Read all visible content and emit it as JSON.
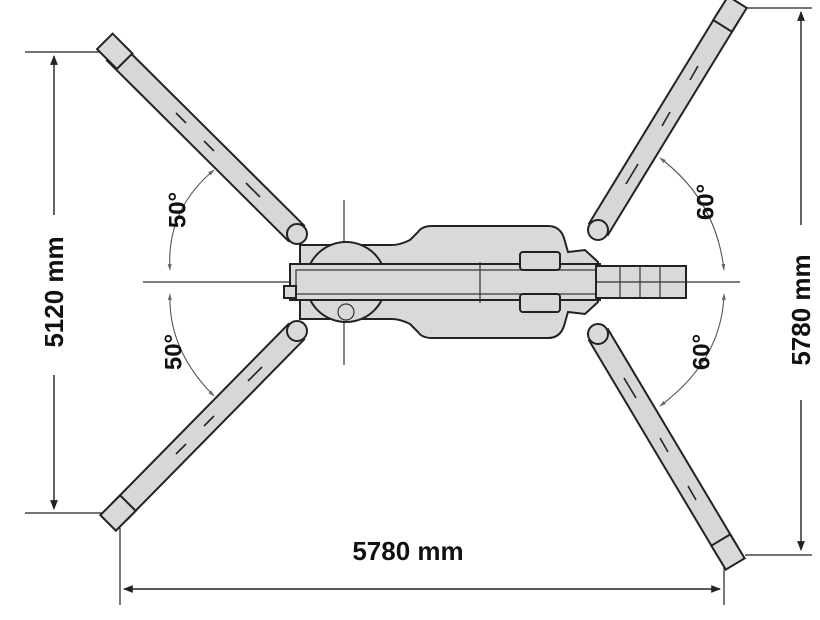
{
  "dimensions": {
    "left_height": "5120 mm",
    "right_height": "5780 mm",
    "bottom_width": "5780 mm"
  },
  "angles": {
    "upper_left": "50°",
    "lower_left": "50°",
    "upper_right": "60°",
    "lower_right": "60°"
  }
}
